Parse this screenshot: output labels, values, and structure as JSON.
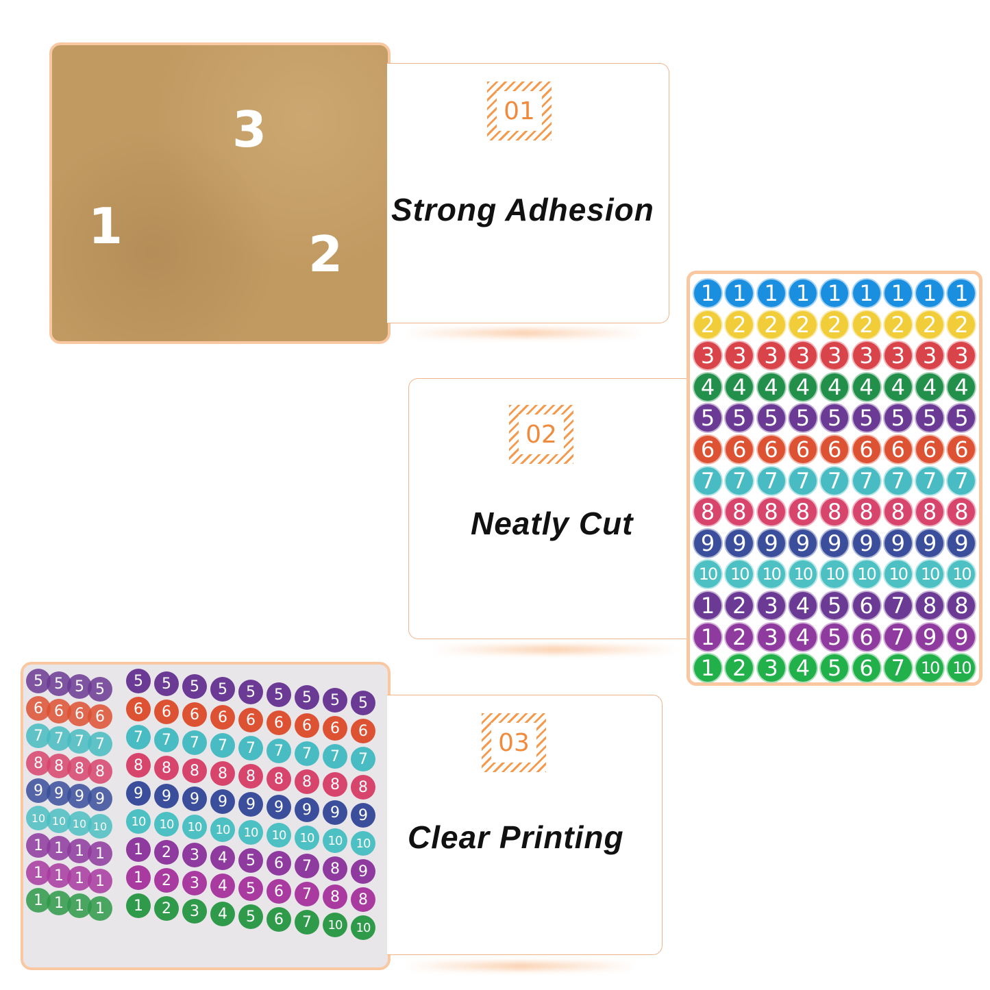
{
  "features": [
    {
      "number": "01",
      "title": "Strong Adhesion"
    },
    {
      "number": "02",
      "title": "Neatly Cut"
    },
    {
      "number": "03",
      "title": "Clear Printing"
    }
  ],
  "colors": {
    "accent_orange": "#f08a3c",
    "card_border": "#f0b48a",
    "frame_border": "#f9c7a0",
    "kraft": "#c19a62"
  },
  "kraft_photo": {
    "dots": [
      {
        "label": "3",
        "color": "#ea5a4e"
      },
      {
        "label": "1",
        "color": "#4fb6e8"
      },
      {
        "label": "2",
        "color": "#f3d43a"
      }
    ]
  },
  "sticker_sheet": {
    "rows": [
      {
        "color": "#1a8fe0",
        "labels": [
          "1",
          "1",
          "1",
          "1",
          "1",
          "1",
          "1",
          "1",
          "1"
        ]
      },
      {
        "color": "#f1cd3a",
        "labels": [
          "2",
          "2",
          "2",
          "2",
          "2",
          "2",
          "2",
          "2",
          "2"
        ]
      },
      {
        "color": "#d9444a",
        "labels": [
          "3",
          "3",
          "3",
          "3",
          "3",
          "3",
          "3",
          "3",
          "3"
        ]
      },
      {
        "color": "#22904a",
        "labels": [
          "4",
          "4",
          "4",
          "4",
          "4",
          "4",
          "4",
          "4",
          "4"
        ]
      },
      {
        "color": "#6b3a94",
        "labels": [
          "5",
          "5",
          "5",
          "5",
          "5",
          "5",
          "5",
          "5",
          "5"
        ]
      },
      {
        "color": "#dd5232",
        "labels": [
          "6",
          "6",
          "6",
          "6",
          "6",
          "6",
          "6",
          "6",
          "6"
        ]
      },
      {
        "color": "#48bcc2",
        "labels": [
          "7",
          "7",
          "7",
          "7",
          "7",
          "7",
          "7",
          "7",
          "7"
        ]
      },
      {
        "color": "#d8456c",
        "labels": [
          "8",
          "8",
          "8",
          "8",
          "8",
          "8",
          "8",
          "8",
          "8"
        ]
      },
      {
        "color": "#3a4e9c",
        "labels": [
          "9",
          "9",
          "9",
          "9",
          "9",
          "9",
          "9",
          "9",
          "9"
        ]
      },
      {
        "color": "#4cc0c2",
        "labels": [
          "10",
          "10",
          "10",
          "10",
          "10",
          "10",
          "10",
          "10",
          "10"
        ]
      },
      {
        "color": "#6b3a94",
        "labels": [
          "1",
          "2",
          "3",
          "4",
          "5",
          "6",
          "7",
          "8",
          "8"
        ]
      },
      {
        "color": "#8e3a9e",
        "labels": [
          "1",
          "2",
          "3",
          "4",
          "5",
          "6",
          "7",
          "9",
          "9"
        ]
      },
      {
        "color": "#22b04a",
        "labels": [
          "1",
          "2",
          "3",
          "4",
          "5",
          "6",
          "7",
          "10",
          "10"
        ]
      }
    ]
  },
  "stacked_sheets_photo": {
    "rows": [
      {
        "color": "#6b3a94",
        "labels": [
          "5",
          "5",
          "5",
          "5",
          "5",
          "5",
          "5",
          "5",
          "5"
        ]
      },
      {
        "color": "#dd5232",
        "labels": [
          "6",
          "6",
          "6",
          "6",
          "6",
          "6",
          "6",
          "6",
          "6"
        ]
      },
      {
        "color": "#48bcc2",
        "labels": [
          "7",
          "7",
          "7",
          "7",
          "7",
          "7",
          "7",
          "7",
          "7"
        ]
      },
      {
        "color": "#d8456c",
        "labels": [
          "8",
          "8",
          "8",
          "8",
          "8",
          "8",
          "8",
          "8",
          "8"
        ]
      },
      {
        "color": "#3a4e9c",
        "labels": [
          "9",
          "9",
          "9",
          "9",
          "9",
          "9",
          "9",
          "9",
          "9"
        ]
      },
      {
        "color": "#4cc0c2",
        "labels": [
          "10",
          "10",
          "10",
          "10",
          "10",
          "10",
          "10",
          "10",
          "10"
        ]
      },
      {
        "color": "#8e3a9e",
        "labels": [
          "1",
          "2",
          "3",
          "4",
          "5",
          "6",
          "7",
          "8",
          "9"
        ]
      },
      {
        "color": "#a83aa0",
        "labels": [
          "1",
          "2",
          "3",
          "4",
          "5",
          "6",
          "7",
          "8",
          "8"
        ]
      },
      {
        "color": "#2f9a4a",
        "labels": [
          "1",
          "2",
          "3",
          "4",
          "5",
          "6",
          "7",
          "10",
          "10"
        ]
      }
    ]
  }
}
